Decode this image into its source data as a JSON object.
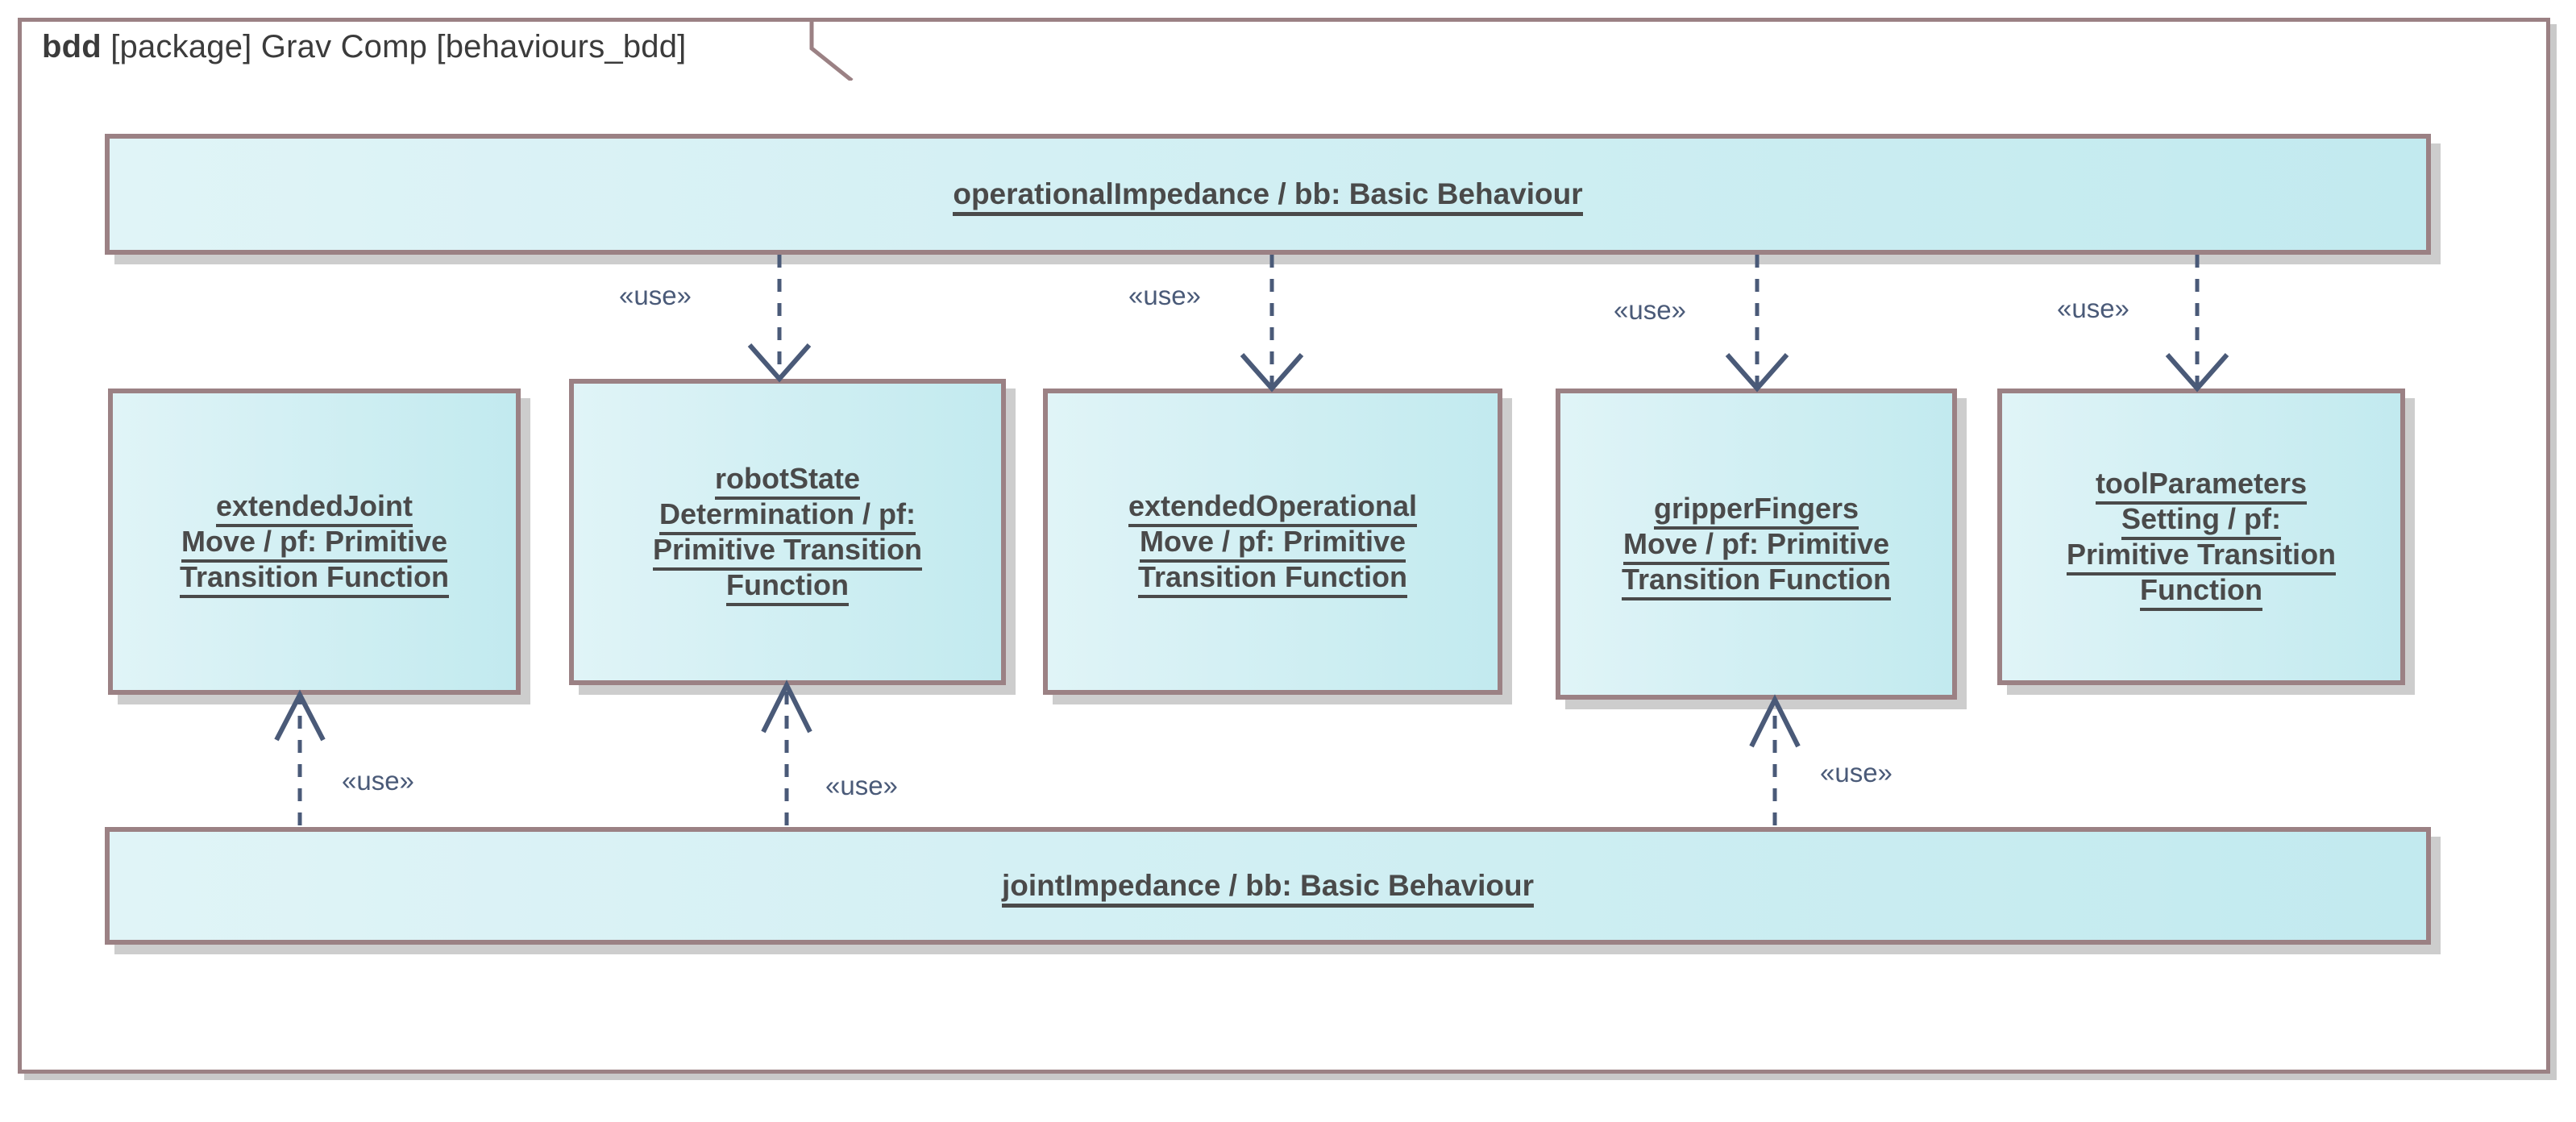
{
  "diagram": {
    "kind": "bdd",
    "header_keyword": "bdd",
    "header_rest": " [package] Grav Comp [behaviours_bdd]",
    "colors": {
      "frame_border": "#9b8184",
      "block_border": "#9b8184",
      "block_fill_left": "#e0f4f7",
      "block_fill_right": "#c2eaef",
      "text": "#4a4a4a",
      "connector": "#4a5a78",
      "shadow": "#cdcdcd"
    }
  },
  "blocks": {
    "top": {
      "id": "operationalImpedance",
      "lines": [
        "operationalImpedance / bb: Basic Behaviour"
      ]
    },
    "bottom": {
      "id": "jointImpedance",
      "lines": [
        "jointImpedance / bb: Basic Behaviour"
      ]
    },
    "middle": [
      {
        "id": "extendedJointMove",
        "lines": [
          "extendedJoint",
          "Move / pf: Primitive",
          "Transition Function"
        ]
      },
      {
        "id": "robotStateDetermination",
        "lines": [
          "robotState",
          "Determination / pf:",
          "Primitive Transition",
          "Function"
        ]
      },
      {
        "id": "extendedOperationalMove",
        "lines": [
          "extendedOperational",
          "Move / pf: Primitive",
          "Transition Function"
        ]
      },
      {
        "id": "gripperFingersMove",
        "lines": [
          "gripperFingers",
          "Move / pf: Primitive",
          "Transition Function"
        ]
      },
      {
        "id": "toolParametersSetting",
        "lines": [
          "toolParameters",
          "Setting / pf:",
          "Primitive Transition",
          "Function"
        ]
      }
    ]
  },
  "connectors": {
    "stereotype": "«use»",
    "from_top": [
      {
        "target": "robotStateDetermination",
        "label": "«use»"
      },
      {
        "target": "extendedOperationalMove",
        "label": "«use»"
      },
      {
        "target": "gripperFingersMove",
        "label": "«use»"
      },
      {
        "target": "toolParametersSetting",
        "label": "«use»"
      }
    ],
    "from_bottom": [
      {
        "target": "extendedJointMove",
        "label": "«use»"
      },
      {
        "target": "robotStateDetermination",
        "label": "«use»"
      },
      {
        "target": "gripperFingersMove",
        "label": "«use»"
      }
    ]
  }
}
